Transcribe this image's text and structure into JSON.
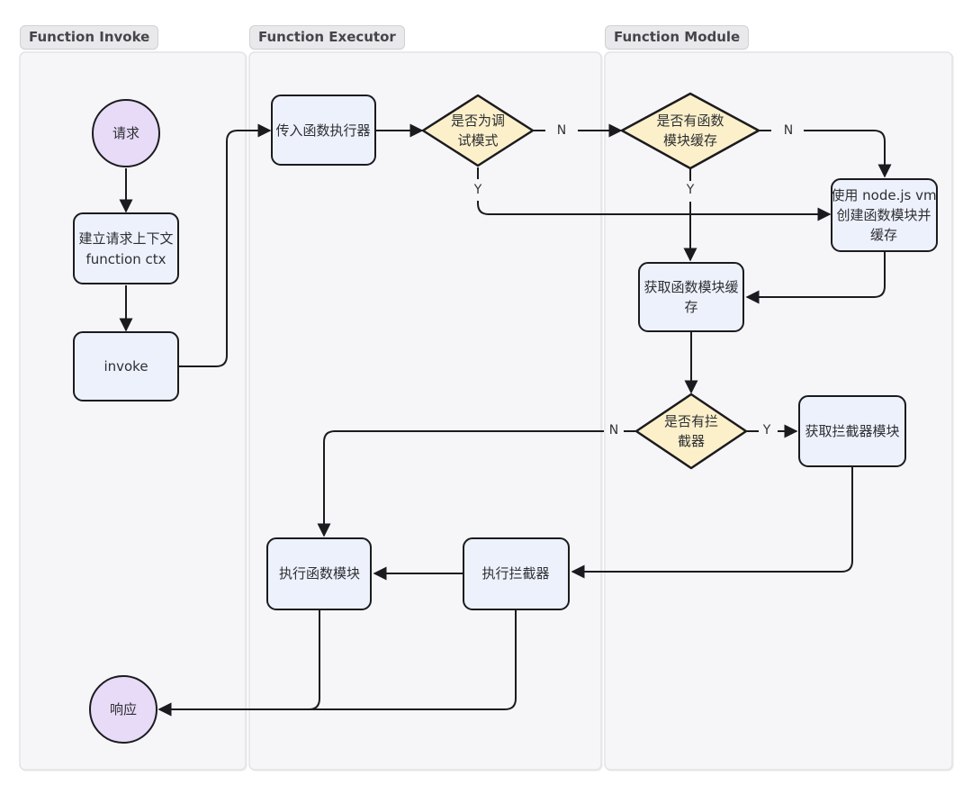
{
  "diagram": {
    "lanes": [
      {
        "id": "function-invoke",
        "label": "Function Invoke"
      },
      {
        "id": "function-executor",
        "label": "Function Executor"
      },
      {
        "id": "function-module",
        "label": "Function Module"
      }
    ],
    "nodes": {
      "request": {
        "shape": "circle",
        "label": "请求"
      },
      "ctx": {
        "shape": "rect",
        "lines": [
          "建立请求上下文",
          "function ctx"
        ]
      },
      "invoke": {
        "shape": "rect",
        "label": "invoke"
      },
      "executor": {
        "shape": "rect",
        "label": "传入函数执行器"
      },
      "debug": {
        "shape": "diamond",
        "lines": [
          "是否为调",
          "试模式"
        ]
      },
      "cache": {
        "shape": "diamond",
        "lines": [
          "是否有函数",
          "模块缓存"
        ]
      },
      "vm": {
        "shape": "rect",
        "lines": [
          "使用 node.js vm",
          "创建函数模块并",
          "缓存"
        ]
      },
      "getcache": {
        "shape": "rect",
        "lines": [
          "获取函数模块缓",
          "存"
        ]
      },
      "interceptor": {
        "shape": "diamond",
        "lines": [
          "是否有拦",
          "截器"
        ]
      },
      "getinterceptor": {
        "shape": "rect",
        "label": "获取拦截器模块"
      },
      "execmodule": {
        "shape": "rect",
        "label": "执行函数模块"
      },
      "execinterceptor": {
        "shape": "rect",
        "label": "执行拦截器"
      },
      "response": {
        "shape": "circle",
        "label": "响应"
      }
    },
    "edge_labels": {
      "debug_n": "N",
      "debug_y": "Y",
      "cache_n": "N",
      "cache_y": "Y",
      "interceptor_n": "N",
      "interceptor_y": "Y"
    },
    "colors": {
      "lane_fill": "#f6f6f8",
      "lane_border": "#e3e3e7",
      "badge_fill": "#e9e9eb",
      "badge_text": "#45454c",
      "rect_fill": "#edf1fb",
      "circle_fill": "#e7dbf8",
      "diamond_fill": "#fbf0ca",
      "stroke": "#1b1b1f",
      "text": "#2e2e33"
    }
  }
}
